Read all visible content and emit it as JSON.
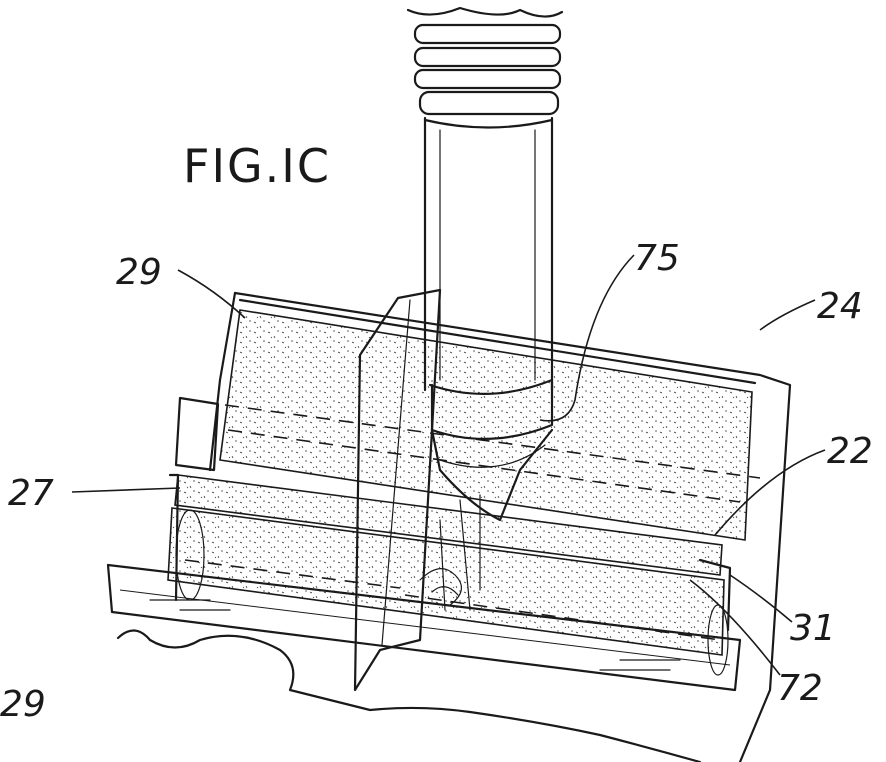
{
  "figure": {
    "title": "FIG.IC",
    "labels": {
      "l29_top": "29",
      "l75": "75",
      "l24": "24",
      "l27": "27",
      "l22": "22",
      "l31": "31",
      "l72": "72",
      "l29_bottom": "29"
    }
  }
}
